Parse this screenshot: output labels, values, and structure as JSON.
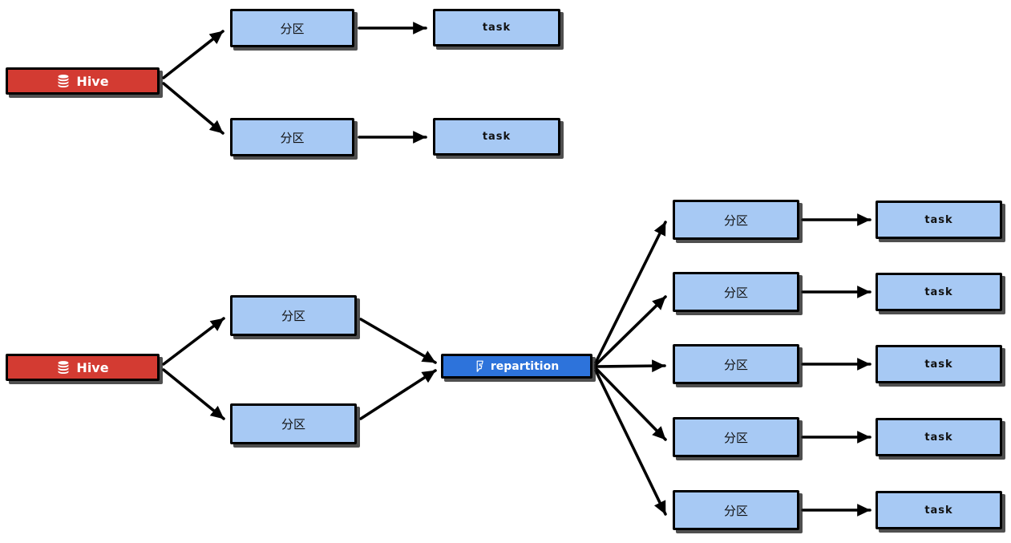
{
  "colors": {
    "hive_red": "#d33b32",
    "partition_blue": "#a7c9f4",
    "repartition_blue": "#2d73db",
    "node_border": "#000000",
    "arrow_black": "#000000",
    "background": "#ffffff"
  },
  "stage_no_repartition": {
    "source": {
      "id": "hive-1",
      "label": "Hive",
      "icon": "database-icon"
    },
    "partitions": [
      {
        "id": "s1-partition-1",
        "label": "分区"
      },
      {
        "id": "s1-partition-2",
        "label": "分区"
      }
    ],
    "tasks": [
      {
        "id": "s1-task-1",
        "label": "task"
      },
      {
        "id": "s1-task-2",
        "label": "task"
      }
    ]
  },
  "stage_with_repartition": {
    "source": {
      "id": "hive-2",
      "label": "Hive",
      "icon": "database-icon"
    },
    "partitions": [
      {
        "id": "s2-partition-1",
        "label": "分区"
      },
      {
        "id": "s2-partition-2",
        "label": "分区"
      }
    ],
    "repartition": {
      "id": "repartition",
      "label": "repartition",
      "icon": "flag-icon"
    },
    "repartitioned_partitions": [
      {
        "id": "s2-out-partition-1",
        "label": "分区"
      },
      {
        "id": "s2-out-partition-2",
        "label": "分区"
      },
      {
        "id": "s2-out-partition-3",
        "label": "分区"
      },
      {
        "id": "s2-out-partition-4",
        "label": "分区"
      },
      {
        "id": "s2-out-partition-5",
        "label": "分区"
      }
    ],
    "tasks": [
      {
        "id": "s2-task-1",
        "label": "task"
      },
      {
        "id": "s2-task-2",
        "label": "task"
      },
      {
        "id": "s2-task-3",
        "label": "task"
      },
      {
        "id": "s2-task-4",
        "label": "task"
      },
      {
        "id": "s2-task-5",
        "label": "task"
      }
    ]
  },
  "edges": [
    {
      "from": "hive-1",
      "to": "s1-partition-1"
    },
    {
      "from": "hive-1",
      "to": "s1-partition-2"
    },
    {
      "from": "s1-partition-1",
      "to": "s1-task-1"
    },
    {
      "from": "s1-partition-2",
      "to": "s1-task-2"
    },
    {
      "from": "hive-2",
      "to": "s2-partition-1"
    },
    {
      "from": "hive-2",
      "to": "s2-partition-2"
    },
    {
      "from": "s2-partition-1",
      "to": "repartition"
    },
    {
      "from": "s2-partition-2",
      "to": "repartition"
    },
    {
      "from": "repartition",
      "to": "s2-out-partition-1"
    },
    {
      "from": "repartition",
      "to": "s2-out-partition-2"
    },
    {
      "from": "repartition",
      "to": "s2-out-partition-3"
    },
    {
      "from": "repartition",
      "to": "s2-out-partition-4"
    },
    {
      "from": "repartition",
      "to": "s2-out-partition-5"
    },
    {
      "from": "s2-out-partition-1",
      "to": "s2-task-1"
    },
    {
      "from": "s2-out-partition-2",
      "to": "s2-task-2"
    },
    {
      "from": "s2-out-partition-3",
      "to": "s2-task-3"
    },
    {
      "from": "s2-out-partition-4",
      "to": "s2-task-4"
    },
    {
      "from": "s2-out-partition-5",
      "to": "s2-task-5"
    }
  ]
}
